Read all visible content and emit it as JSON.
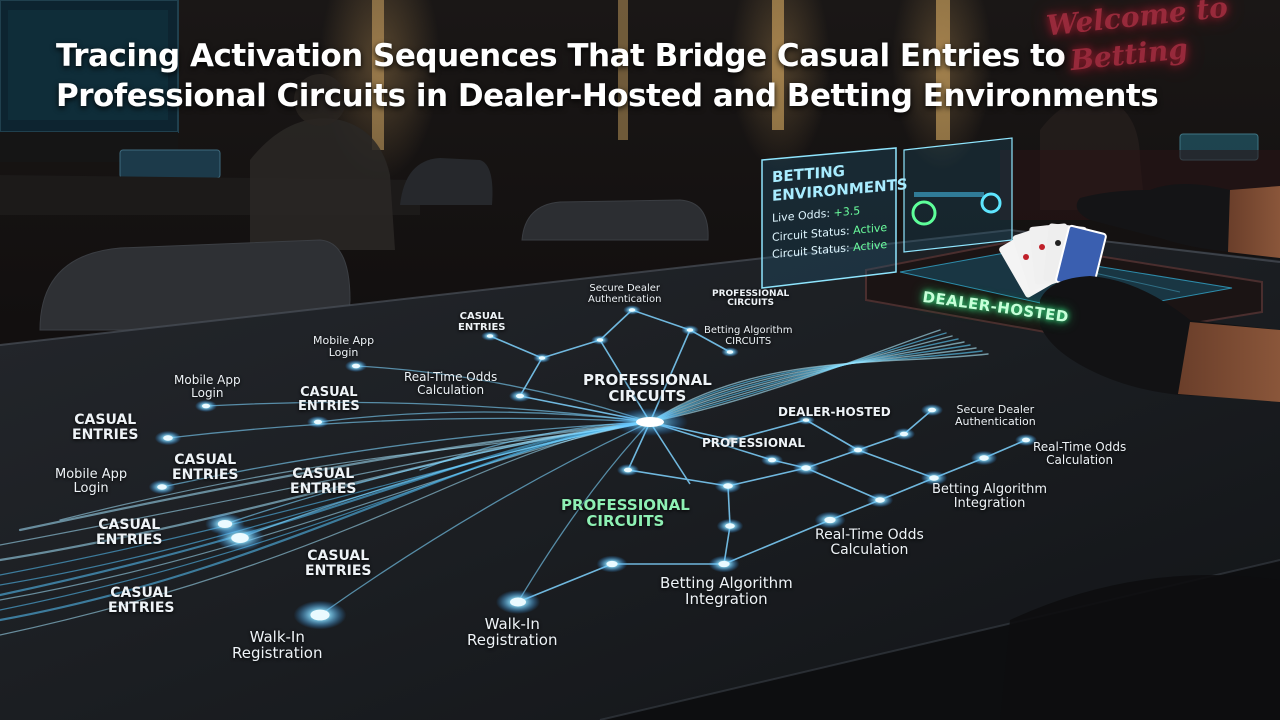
{
  "title": {
    "line1": "Tracing Activation Sequences That Bridge Casual Entries to",
    "line2": "Professional Circuits in Dealer-Hosted and Betting Environments"
  },
  "neon_sign": {
    "line1": "Welcome to",
    "line2": "Betting"
  },
  "hologram": {
    "heading_line1": "BETTING",
    "heading_line2": "ENVIRONMENTS",
    "live_odds_label": "Live Odds:",
    "live_odds_value": "+3.5",
    "status_label": "Circuit Status:",
    "status_value": "Active"
  },
  "dealer_sign": "DEALER-HOSTED",
  "labels": {
    "casual_1": "CASUAL\nENTRIES",
    "casual_2": "CASUAL\nENTRIES",
    "casual_3": "CASUAL\nENTRIES",
    "casual_4": "CASUAL\nENTRIES",
    "casual_5": "CASUAL\nENTRIES",
    "casual_6": "CASUAL\nENTRIES",
    "casual_7": "CASUAL\nENTRIES",
    "casual_8": "CASUAL\nENTRIES",
    "mobile_1": "Mobile App\nLogin",
    "mobile_2": "Mobile App\nLogin",
    "mobile_3": "Mobile App\nLogin",
    "walkin_1": "Walk-In\nRegistration",
    "walkin_2": "Walk-In\nRegistration",
    "secure_1": "Secure Dealer\nAuthentication",
    "secure_2": "Secure Dealer\nAuthentication",
    "prof_small": "PROFESSIONAL\nCIRCUITS",
    "algo_1": "Betting Algorithm\nCIRCUITS",
    "rto_1": "Real-Time Odds\nCalculation",
    "prof_main": "PROFESSIONAL\nCIRCUITS",
    "dealer_hosted": "DEALER-HOSTED",
    "professional": "PROFESSIONAL",
    "rto_2": "Real-Time Odds\nCalculation",
    "algo_2": "Betting Algorithm\nIntegration",
    "prof_green": "PROFESSIONAL\nCIRCUITS",
    "rto_3": "Real-Time Odds\nCalculation",
    "algo_3": "Betting Algorithm\nIntegration"
  }
}
